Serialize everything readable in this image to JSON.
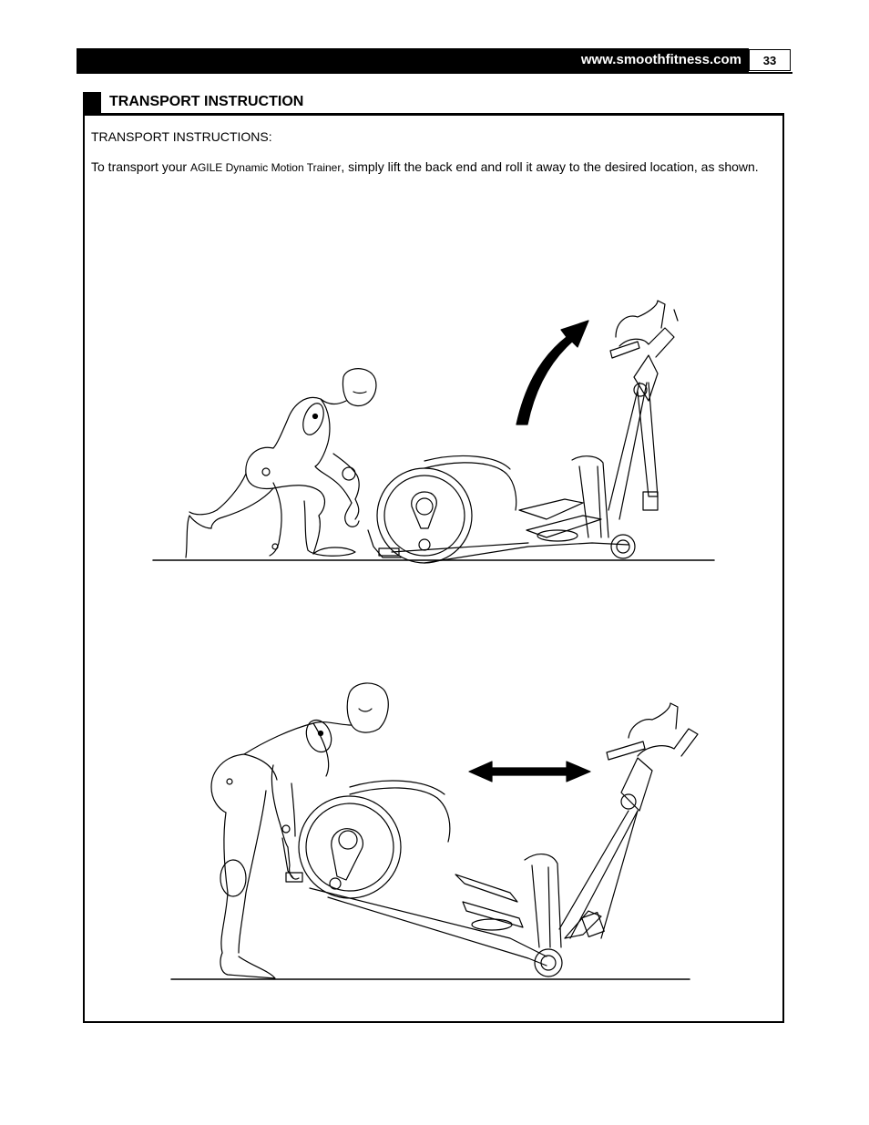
{
  "header": {
    "website": "www.smoothfitness.com",
    "page_number": "33"
  },
  "section": {
    "title": "TRANSPORT INSTRUCTION"
  },
  "content": {
    "subheading": "TRANSPORT INSTRUCTIONS:",
    "para_prefix": "To transport your ",
    "product_name": "AGILE Dynamic Motion Trainer",
    "para_suffix": ", simply lift the back end and roll it away to the desired location, as shown."
  },
  "figures": [
    {
      "name": "lift-illustration",
      "arrow": "curved-up-arrow"
    },
    {
      "name": "roll-illustration",
      "arrow": "double-headed-arrow"
    }
  ]
}
